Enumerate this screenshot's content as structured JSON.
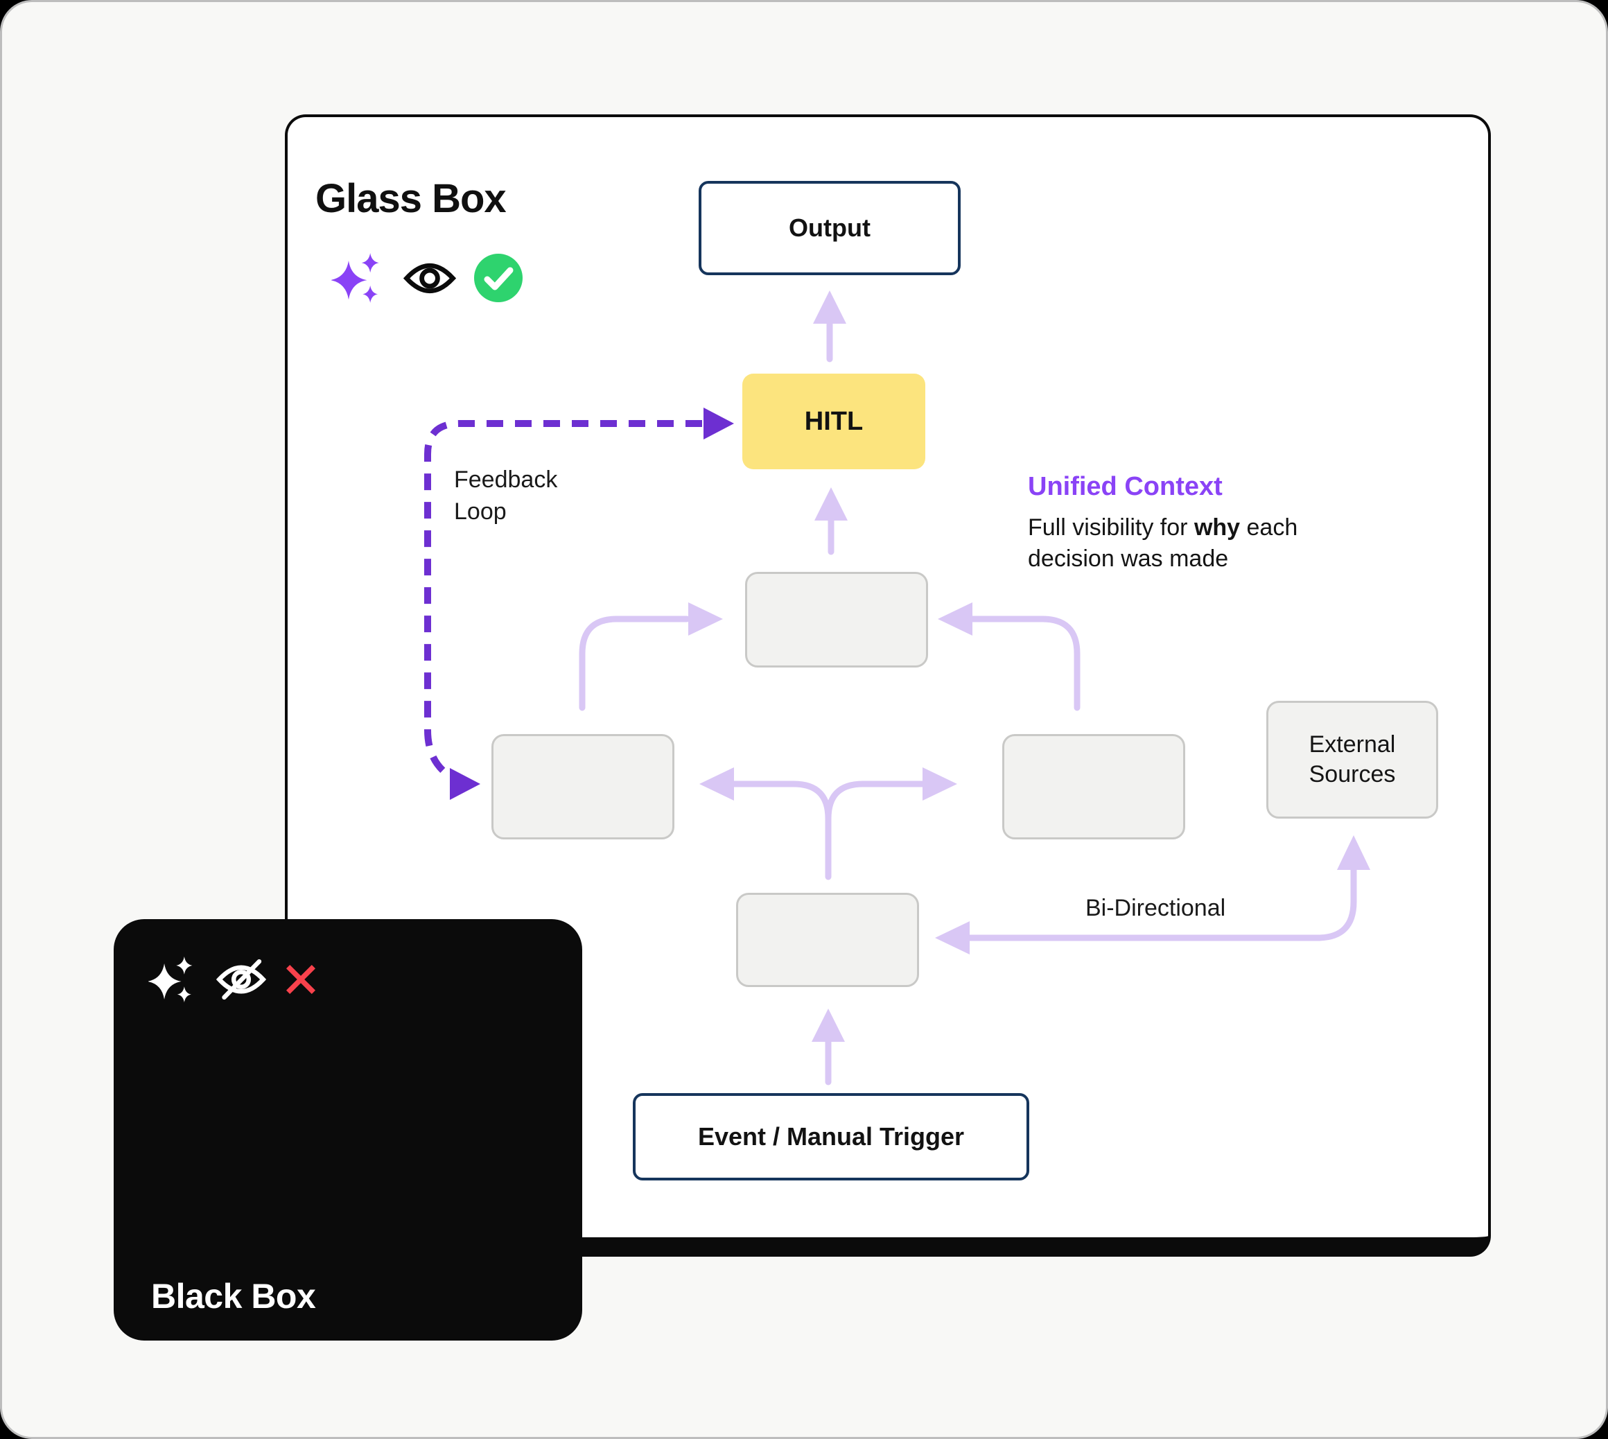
{
  "glass_box": {
    "title": "Glass Box",
    "icons": [
      "sparkles-icon",
      "eye-icon",
      "check-circle-icon"
    ],
    "nodes": {
      "output": "Output",
      "hitl": "HITL",
      "external_sources": "External Sources",
      "trigger": "Event / Manual Trigger"
    },
    "annotations": {
      "feedback_loop": "Feedback Loop",
      "unified_context_title": "Unified Context",
      "unified_context_pre": "Full visibility for ",
      "unified_context_bold": "why",
      "unified_context_post": " each decision was made",
      "bi_directional": "Bi-Directional"
    }
  },
  "black_box": {
    "title": "Black Box",
    "icons": [
      "sparkles-icon",
      "eye-off-icon",
      "x-icon"
    ]
  },
  "colors": {
    "accent_purple": "#8a43f6",
    "deep_purple": "#6d2fd1",
    "light_purple": "#d9c7f5",
    "hitl_yellow": "#fce47e",
    "navy_border": "#16355c",
    "success_green": "#2ed36e",
    "error_red": "#f8424c",
    "card_white": "#ffffff",
    "page_bg": "#f8f8f6",
    "black": "#0b0b0b"
  }
}
